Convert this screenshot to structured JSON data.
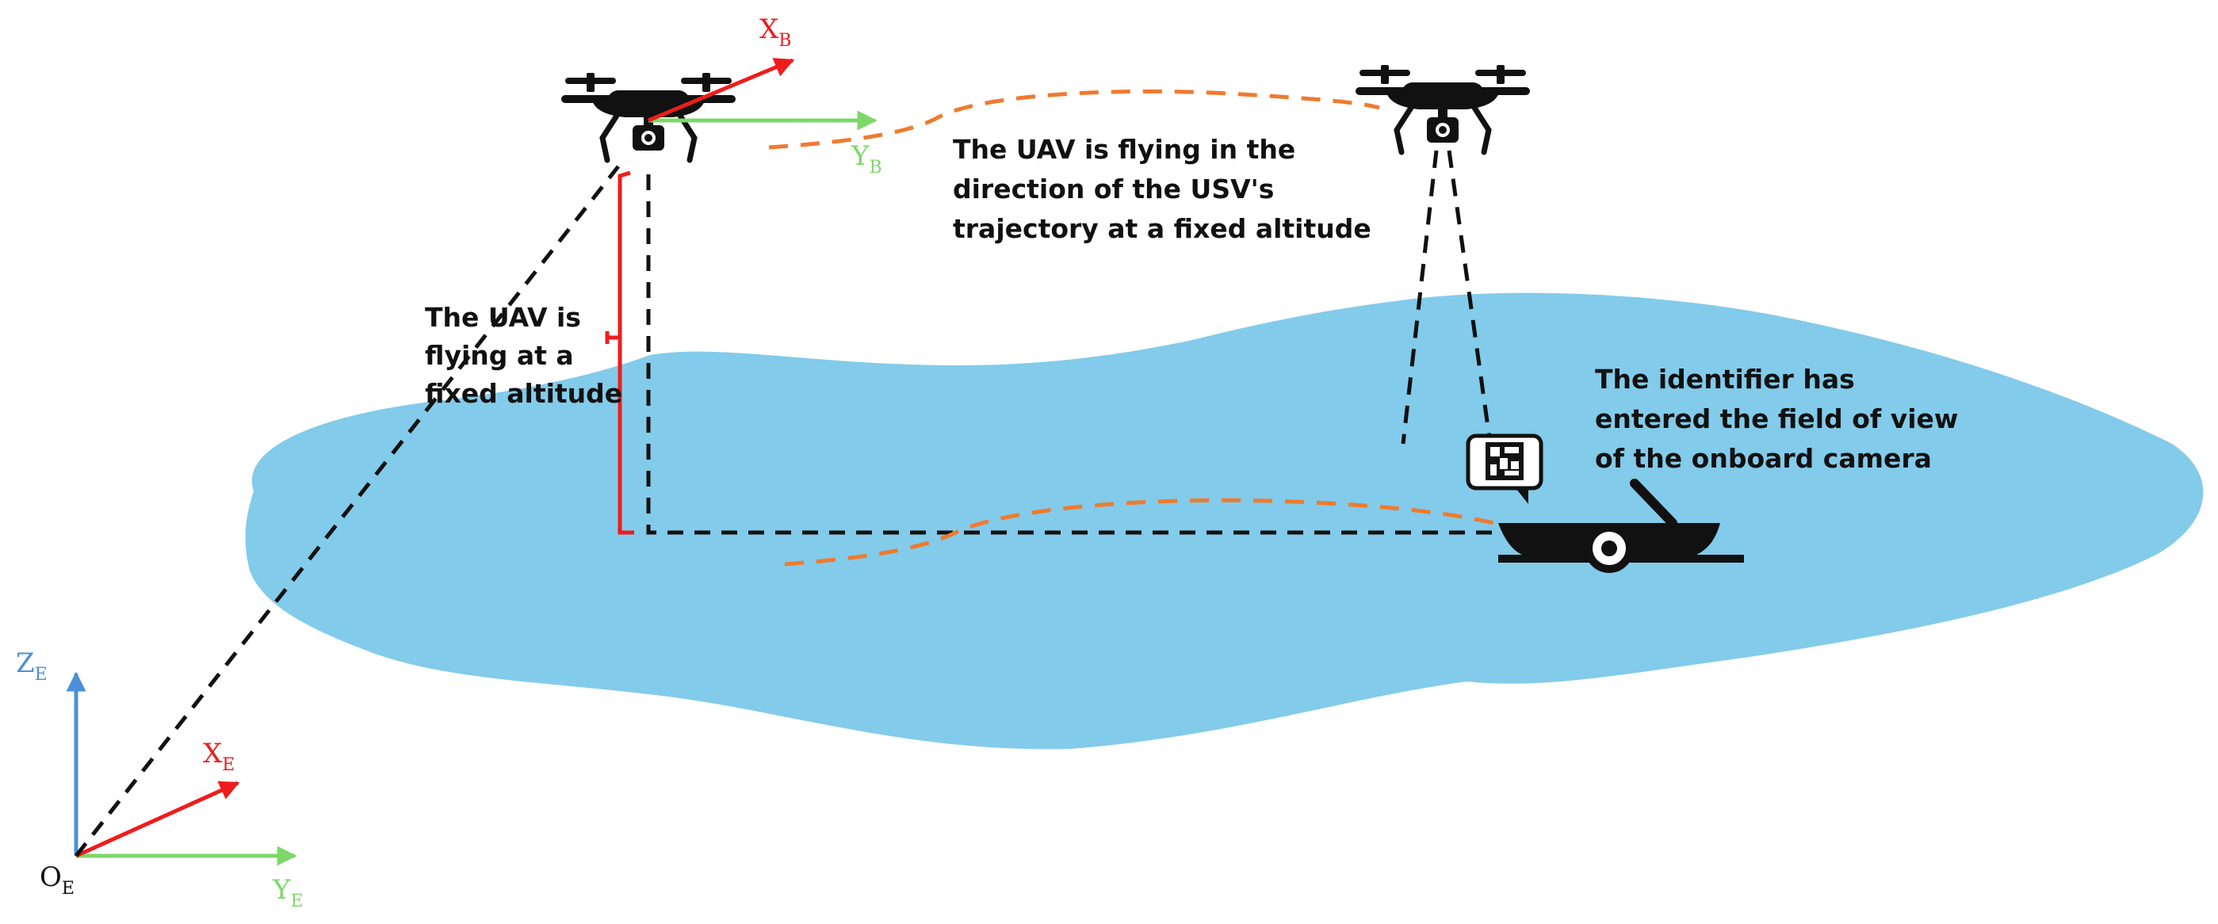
{
  "colors": {
    "water": "#83cbea",
    "x_axis": "#ee1c1c",
    "y_axis": "#7dd869",
    "z_axis": "#4a90d9",
    "trajectory": "#ef7a2e",
    "line": "#111111",
    "altitude": "#ee1c1c"
  },
  "labels": {
    "xb": {
      "main": "X",
      "sub": "B"
    },
    "yb": {
      "main": "Y",
      "sub": "B"
    },
    "ze": {
      "main": "Z",
      "sub": "E"
    },
    "xe": {
      "main": "X",
      "sub": "E"
    },
    "ye": {
      "main": "Y",
      "sub": "E"
    },
    "oe": {
      "main": "O",
      "sub": "E"
    }
  },
  "captions": {
    "trajectory": [
      "The UAV is flying in the",
      "direction of the USV's",
      "trajectory at a fixed altitude"
    ],
    "altitude": [
      "The UAV is",
      "flying at a",
      "fixed altitude"
    ],
    "identifier": [
      "The identifier has",
      "entered the field of view",
      "of the onboard camera"
    ]
  },
  "icons": {
    "uav_left": "quadcopter-drone-icon",
    "uav_right": "quadcopter-drone-icon",
    "usv": "boat-icon",
    "marker": "aruco-marker-icon"
  }
}
